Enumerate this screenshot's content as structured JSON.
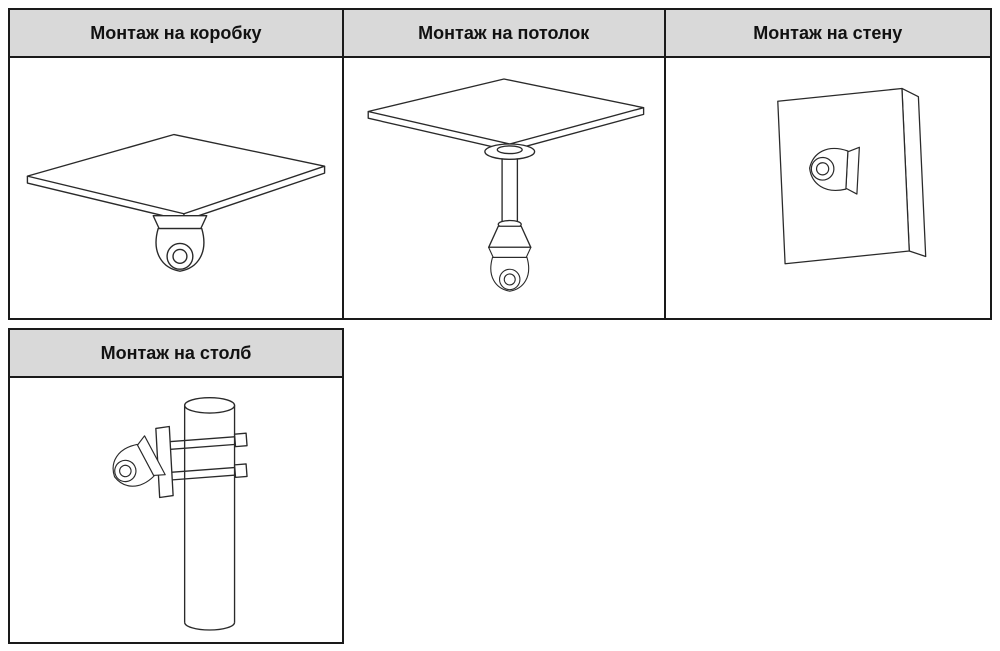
{
  "page": {
    "background": "#ffffff",
    "border_color": "#1a1a1a",
    "header_bg": "#d9d9d9",
    "line_color": "#2a2a2a"
  },
  "cells": [
    {
      "label": "Монтаж на коробку",
      "icon": "box-mount-illustration"
    },
    {
      "label": "Монтаж на потолок",
      "icon": "ceiling-mount-illustration"
    },
    {
      "label": "Монтаж на стену",
      "icon": "wall-mount-illustration"
    },
    {
      "label": "Монтаж на столб",
      "icon": "pole-mount-illustration"
    }
  ]
}
